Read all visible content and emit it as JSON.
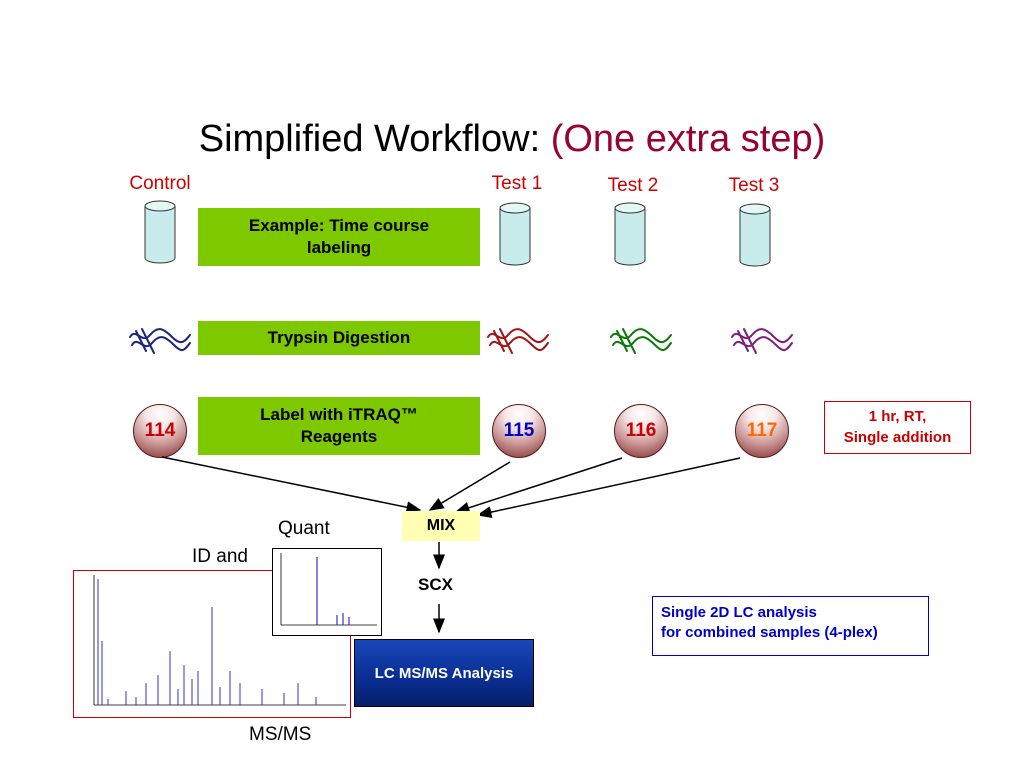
{
  "title": {
    "main": "Simplified Workflow:",
    "accent": "(One extra step)"
  },
  "samples": [
    {
      "label": "Control",
      "tag": "114",
      "tag_color": "#cc0000",
      "wave_color": "#1a237e"
    },
    {
      "label": "Test 1",
      "tag": "115",
      "tag_color": "#0000cc",
      "wave_color": "#a31515"
    },
    {
      "label": "Test 2",
      "tag": "116",
      "tag_color": "#cc0000",
      "wave_color": "#0b7a0b"
    },
    {
      "label": "Test 3",
      "tag": "117",
      "tag_color": "#ff6600",
      "wave_color": "#7b1f7b"
    }
  ],
  "steps": {
    "time_course": "Example: Time course labeling",
    "trypsin": "Trypsin Digestion",
    "label": "Label with iTRAQ™ Reagents"
  },
  "note": {
    "line1": "1 hr, RT,",
    "line2": "Single addition"
  },
  "mix": "MIX",
  "scx": "SCX",
  "lcms": "LC MS/MS Analysis",
  "single_analysis": {
    "line1": "Single 2D LC analysis",
    "line2": "for combined samples (4-plex)"
  },
  "spectra": {
    "quant": "Quant",
    "id_and": "ID and",
    "msms": "MS/MS"
  },
  "colors": {
    "green_box": "#7ec800",
    "tube_fill": "#c8ecec",
    "accent": "#990033",
    "lcms_box": "#0a2f96",
    "mix_box": "#ffffb3"
  }
}
